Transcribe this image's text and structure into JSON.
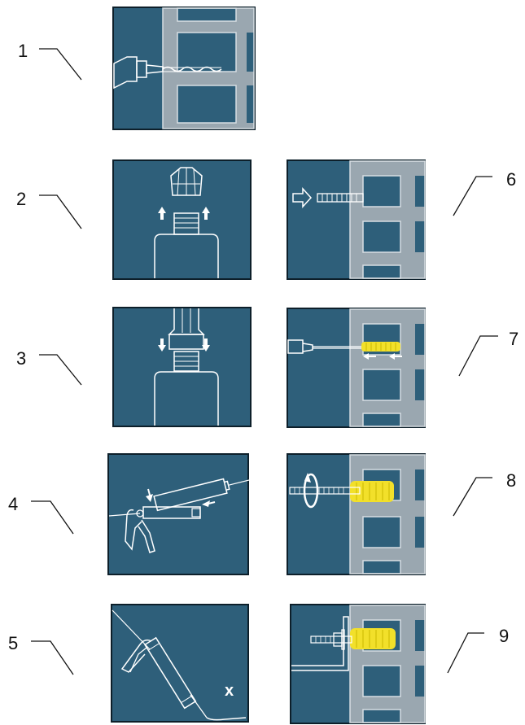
{
  "colors": {
    "panel_bg": "#2e5f7a",
    "brick": "#9aa7b0",
    "brick_dark": "#5f7888",
    "line": "#ffffff",
    "resin_yellow": "#f2e02a"
  },
  "steps": [
    {
      "number": "1",
      "icon": "drill-bit-into-brick-icon"
    },
    {
      "number": "2",
      "icon": "remove-cartridge-cap-icon"
    },
    {
      "number": "3",
      "icon": "attach-mixer-nozzle-icon"
    },
    {
      "number": "4",
      "icon": "load-cartridge-into-gun-icon"
    },
    {
      "number": "5",
      "icon": "discard-first-extrusion-icon"
    },
    {
      "number": "6",
      "icon": "insert-sleeve-into-hole-icon"
    },
    {
      "number": "7",
      "icon": "inject-resin-into-sleeve-icon"
    },
    {
      "number": "8",
      "icon": "insert-threaded-rod-icon"
    },
    {
      "number": "9",
      "icon": "mount-fixture-icon"
    }
  ],
  "discard_mark": "x"
}
